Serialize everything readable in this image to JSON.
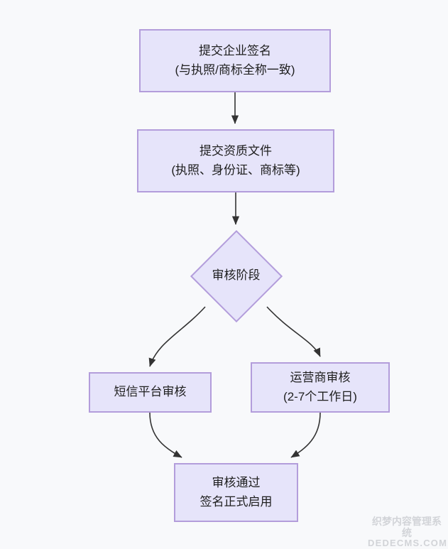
{
  "diagram": {
    "type": "flowchart",
    "background_color": "#f8f9fb",
    "node_fill_color": "#e6e4fa",
    "node_border_color": "#b39ddb",
    "edge_color": "#333333",
    "nodes": [
      {
        "id": "submit-signature",
        "shape": "rectangle",
        "line1": "提交企业签名",
        "line2": "(与执照/商标全称一致)"
      },
      {
        "id": "submit-documents",
        "shape": "rectangle",
        "line1": "提交资质文件",
        "line2": "(执照、身份证、商标等)"
      },
      {
        "id": "review-stage",
        "shape": "diamond",
        "line1": "审核阶段",
        "line2": ""
      },
      {
        "id": "sms-platform-review",
        "shape": "rectangle",
        "line1": "短信平台审核",
        "line2": ""
      },
      {
        "id": "carrier-review",
        "shape": "rectangle",
        "line1": "运营商审核",
        "line2": "(2-7个工作日)"
      },
      {
        "id": "approved",
        "shape": "rectangle",
        "line1": "审核通过",
        "line2": "签名正式启用"
      }
    ],
    "edges": [
      {
        "from": "submit-signature",
        "to": "submit-documents",
        "label": ""
      },
      {
        "from": "submit-documents",
        "to": "review-stage",
        "label": ""
      },
      {
        "from": "review-stage",
        "to": "sms-platform-review",
        "label": ""
      },
      {
        "from": "review-stage",
        "to": "carrier-review",
        "label": ""
      },
      {
        "from": "sms-platform-review",
        "to": "approved",
        "label": ""
      },
      {
        "from": "carrier-review",
        "to": "approved",
        "label": ""
      }
    ]
  },
  "watermark": {
    "chinese": "织梦内容管理系统",
    "english": "DEDECMS.COM",
    "color": "#d2d4d8"
  }
}
